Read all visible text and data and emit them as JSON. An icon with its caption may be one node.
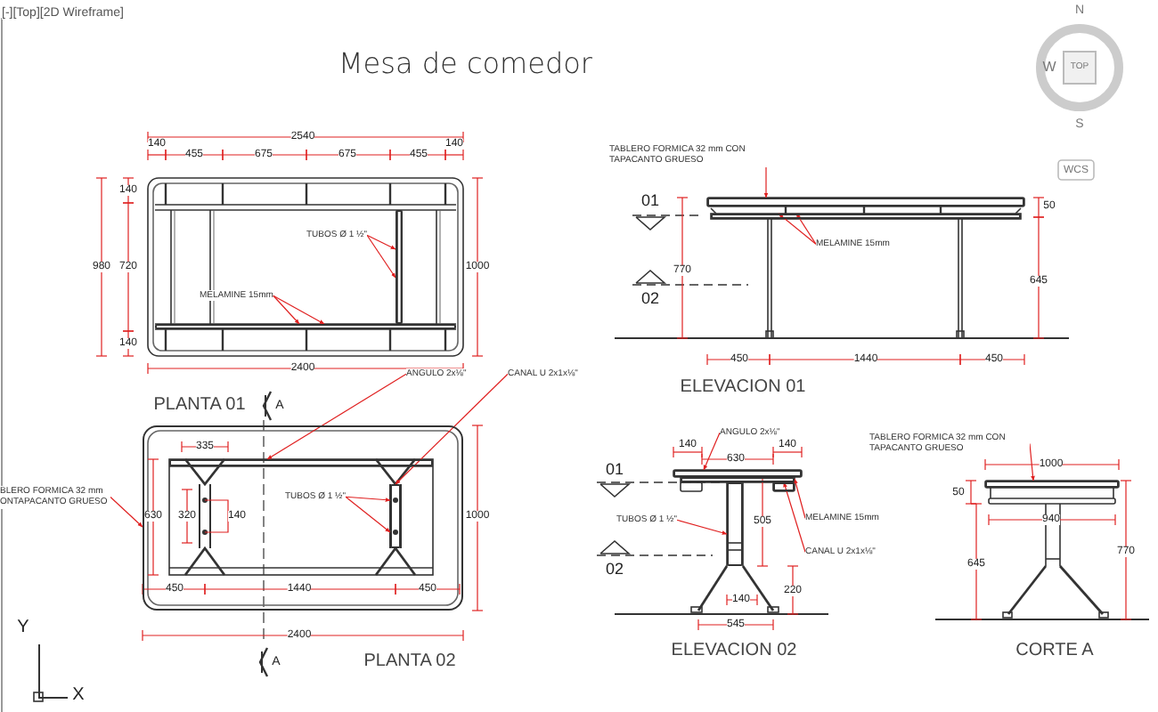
{
  "diagram": {
    "title": "Mesa de comedor",
    "nodes": [
      {
        "text": [
          "TUBOS Ø 1 ½\""
        ]
      },
      {
        "text": [
          "MELAMINE 15mm"
        ]
      },
      {
        "text": [],
        "shape": "bar"
      },
      {
        "text": [],
        "shape": "bar"
      },
      {
        "text": [
          "ANGULO 2x⅛\""
        ]
      },
      {
        "text": [
          "CANAL U 2x1x⅛\""
        ]
      },
      {
        "text": [
          "BLERO FORMICA 32 mm ONTAPACANTO GRUESO"
        ]
      },
      {
        "text": [],
        "shape": "box"
      },
      {
        "text": [],
        "shape": "bar",
        "in": 7
      },
      {
        "text": [],
        "shape": "bar",
        "in": 7
      },
      {
        "text": [
          "TUBOS Ø 1 ½\""
        ],
        "in": 7
      },
      {
        "text": [
          "TABLERO FORMICA 32 mm CON TAPACANTO GRUESO"
        ]
      },
      {
        "text": [
          "MELAMINE 15mm"
        ]
      },
      {
        "text": [],
        "shape": "bar"
      },
      {
        "text": [],
        "shape": "bar"
      },
      {
        "text": [
          "ANGULO 2x⅛\""
        ]
      },
      {
        "text": [
          "TUBOS Ø 1 ½\""
        ]
      },
      {
        "text": [
          "MELAMINE 15mm"
        ]
      },
      {
        "text": [
          "CANAL U 2x1x⅛\""
        ]
      },
      {
        "text": [],
        "shape": "bar"
      },
      {
        "text": [],
        "shape": "bar"
      },
      {
        "text": [],
        "shape": "bar"
      },
      {
        "text": [],
        "shape": "bar"
      },
      {
        "text": [
          "TABLERO FORMICA 32 mm CON TAPACANTO GRUESO"
        ]
      },
      {
        "text": [],
        "shape": "bar"
      }
    ],
    "edges": [
      {
        "from": 0,
        "to": 2,
        "arrow": "to"
      },
      {
        "from": 0,
        "to": 2,
        "arrow": "to"
      },
      {
        "from": 1,
        "to": 3,
        "arrow": "to"
      },
      {
        "from": 1,
        "to": 3,
        "arrow": "to"
      },
      {
        "from": 4,
        "to": 8,
        "arrow": "to"
      },
      {
        "from": 5,
        "to": 9,
        "arrow": "to"
      },
      {
        "from": 6,
        "to": 7,
        "arrow": "to"
      },
      {
        "from": 10,
        "to": 9,
        "arrow": "to"
      },
      {
        "from": 10,
        "to": 9,
        "arrow": "to"
      },
      {
        "from": 11,
        "to": 13,
        "arrow": "to"
      },
      {
        "from": 12,
        "to": 14,
        "arrow": "to"
      },
      {
        "from": 12,
        "to": 14,
        "arrow": "to"
      },
      {
        "from": 15,
        "to": 19,
        "arrow": "to"
      },
      {
        "from": 16,
        "to": 21,
        "arrow": "to"
      },
      {
        "from": 17,
        "to": 20,
        "arrow": "to"
      },
      {
        "from": 18,
        "to": 22,
        "arrow": "to"
      },
      {
        "from": 23,
        "to": 24,
        "arrow": "to"
      }
    ],
    "labels": [
      "[-][Top][2D Wireframe]",
      "N",
      "W",
      "TOP",
      "S",
      "WCS",
      "2540",
      "140",
      "455",
      "675",
      "675",
      "455",
      "140",
      "980",
      "140",
      "720",
      "140",
      "1000",
      "2400",
      "PLANTA 01",
      "A",
      "335",
      "630",
      "320",
      "140",
      "1000",
      "450",
      "1440",
      "450",
      "2400",
      "A",
      "PLANTA 02",
      "Y",
      "X",
      "01",
      "02",
      "770",
      "50",
      "645",
      "450",
      "1440",
      "450",
      "ELEVACION 01",
      "140",
      "630",
      "140",
      "01",
      "02",
      "505",
      "220",
      "140",
      "545",
      "ELEVACION 02",
      "1000",
      "50",
      "940",
      "645",
      "770",
      "CORTE A"
    ]
  }
}
